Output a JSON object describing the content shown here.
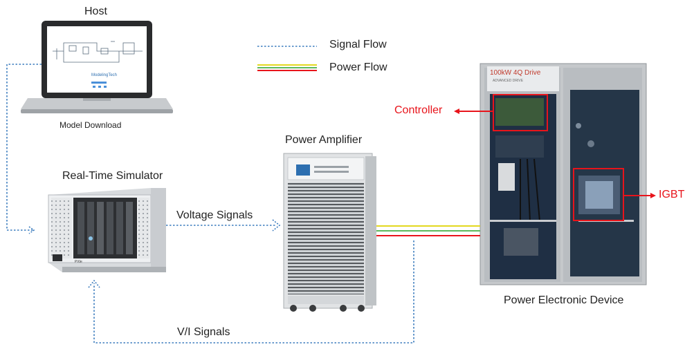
{
  "labels": {
    "host": "Host",
    "model_download": "Model Download",
    "real_time_simulator": "Real-Time Simulator",
    "power_amplifier": "Power Amplifier",
    "power_electronic_device": "Power Electronic Device",
    "voltage_signals": "Voltage Signals",
    "vi_signals": "V/I Signals",
    "controller": "Controller",
    "igbt": "IGBT"
  },
  "legend": {
    "signal_flow": "Signal Flow",
    "power_flow": "Power Flow"
  },
  "device_text": {
    "laptop_brand": "ModelingTech",
    "drive_title": "100kW 4Q Drive",
    "drive_subtitle": "ADVANCED DRIVE",
    "simulator_badge": "PXIe"
  },
  "colors": {
    "signal": "#3a7bbd",
    "highlight": "#e8141b",
    "power_yellow": "#e3d81f",
    "power_green": "#5cb85c",
    "power_red": "#e8141b"
  }
}
